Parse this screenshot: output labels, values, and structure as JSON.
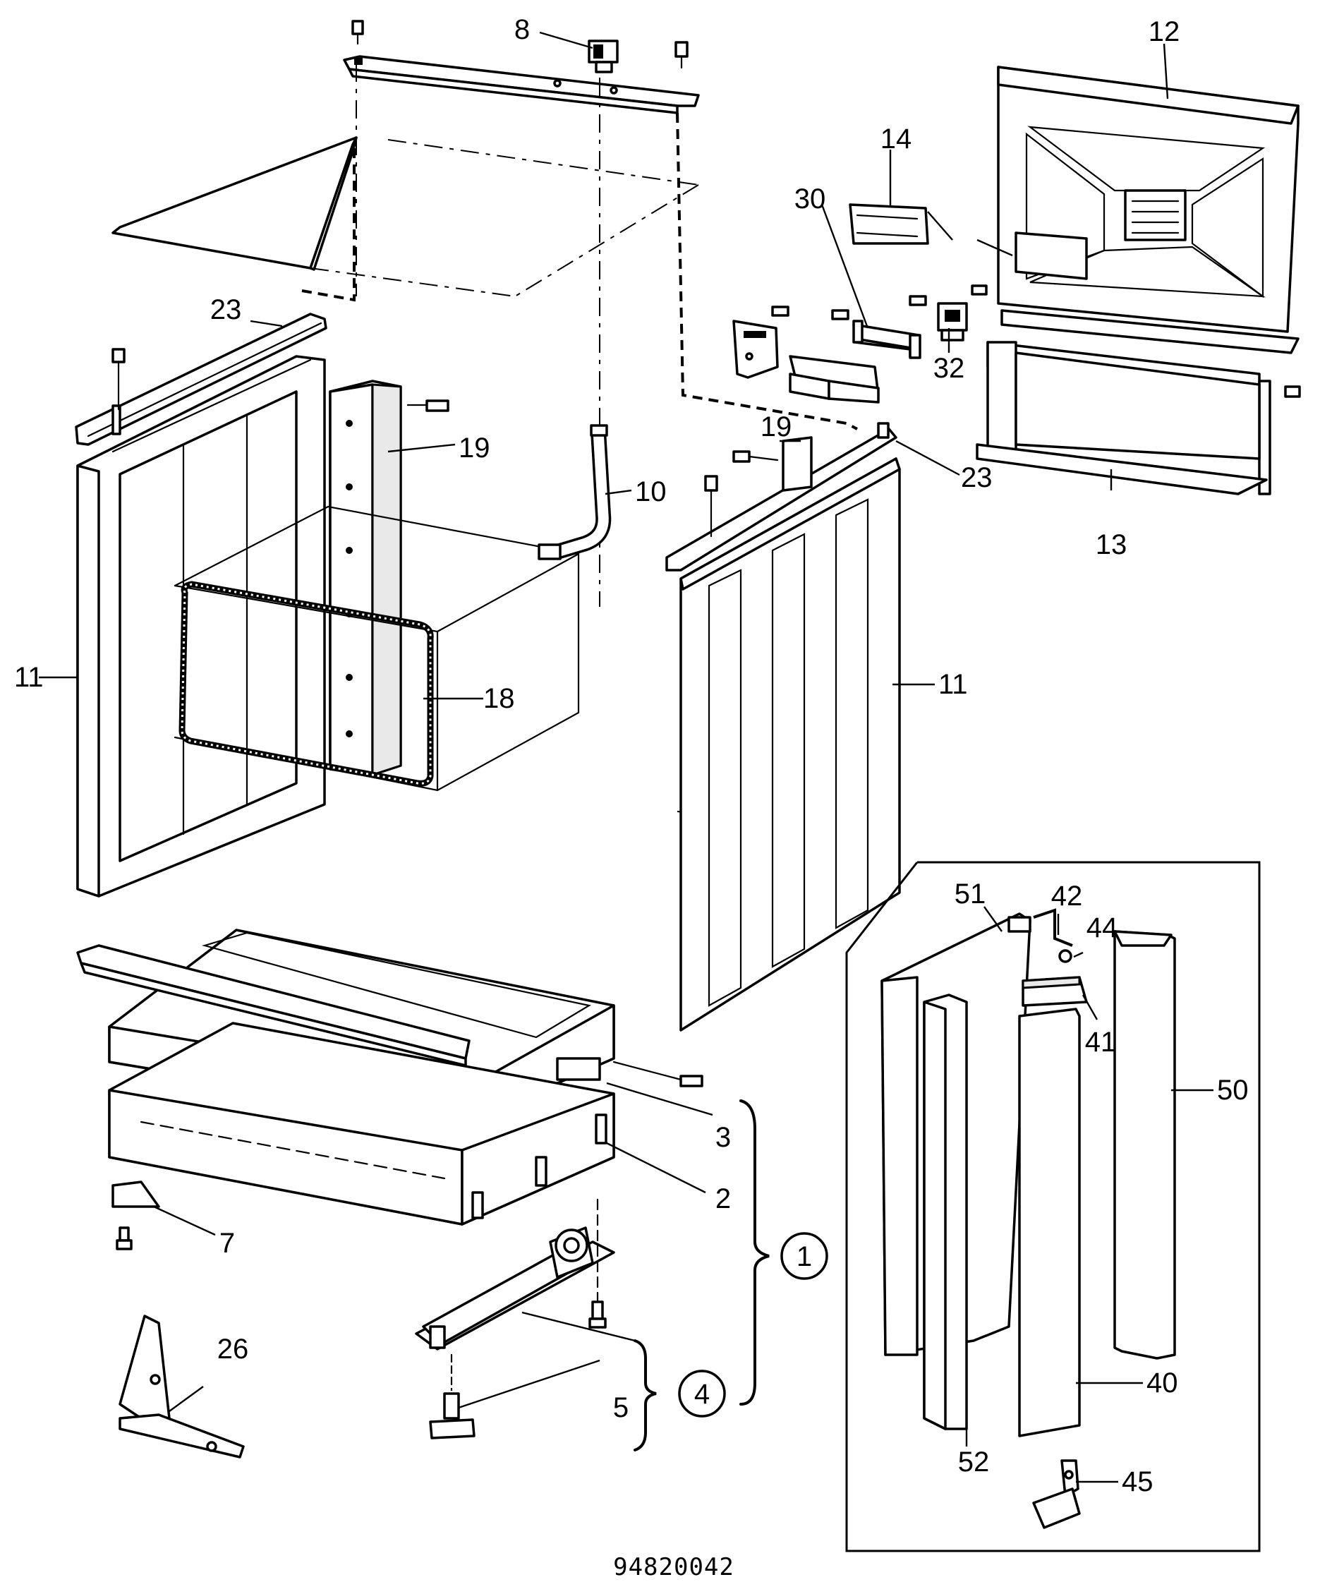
{
  "diagram": {
    "callouts": {
      "c1": "1",
      "c2": "2",
      "c3": "3",
      "c4": "4",
      "c5": "5",
      "c7": "7",
      "c8": "8",
      "c10": "10",
      "c11a": "11",
      "c11b": "11",
      "c12": "12",
      "c13": "13",
      "c14": "14",
      "c18": "18",
      "c19a": "19",
      "c19b": "19",
      "c23a": "23",
      "c23b": "23",
      "c26": "26",
      "c30": "30",
      "c32": "32",
      "c40": "40",
      "c41": "41",
      "c42": "42",
      "c44": "44",
      "c45": "45",
      "c50": "50",
      "c51": "51",
      "c52": "52"
    },
    "reference_number": "94820042"
  }
}
